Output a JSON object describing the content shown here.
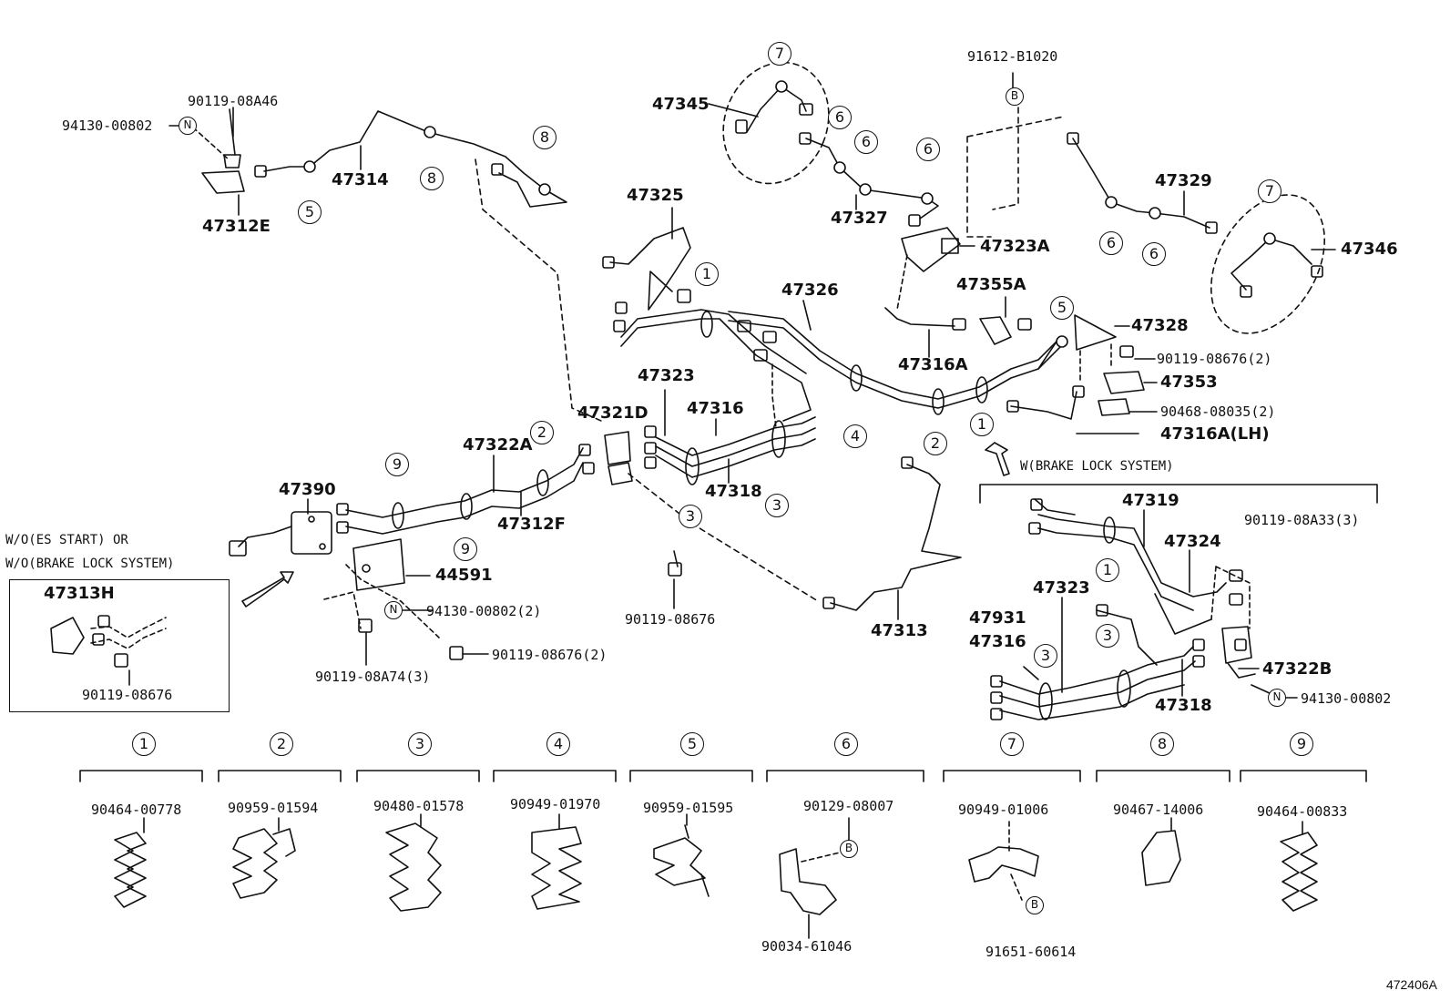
{
  "parts": {
    "p94130_00802_a": "94130-00802",
    "p90119_08a46": "90119-08A46",
    "p47314": "47314",
    "p47312e": "47312E",
    "p47345": "47345",
    "p47327": "47327",
    "p91612_b1020": "91612-B1020",
    "p47329": "47329",
    "p47346": "47346",
    "p47323a": "47323A",
    "p47325": "47325",
    "p47326": "47326",
    "p47355a": "47355A",
    "p47328": "47328",
    "p47316a": "47316A",
    "p90119_08676_2a": "90119-08676(2)",
    "p47353": "47353",
    "p90468_08035_2": "90468-08035(2)",
    "p47316a_lh": "47316A(LH)",
    "p47323_a": "47323",
    "p47316_a": "47316",
    "p47321d": "47321D",
    "p47322a": "47322A",
    "p47318_a": "47318",
    "p47312f": "47312F",
    "p47390": "47390",
    "p44591": "44591",
    "p94130_00802_2": "94130-00802(2)",
    "p90119_08676_2b": "90119-08676(2)",
    "p90119_08a74_3": "90119-08A74(3)",
    "p90119_08676_a": "90119-08676",
    "p47313": "47313",
    "p47313h": "47313H",
    "p90119_08676_b": "90119-08676",
    "p47319": "47319",
    "p90119_08a33_3": "90119-08A33(3)",
    "p47324": "47324",
    "p47323_b": "47323",
    "p47931": "47931",
    "p47316_b": "47316",
    "p47322b": "47322B",
    "p94130_00802_b": "94130-00802",
    "p47318_b": "47318"
  },
  "notes": {
    "wo_line1": "W/O(ES START) OR",
    "wo_line2": "W/O(BRAKE LOCK SYSTEM)",
    "w_brake": "W(BRAKE LOCK SYSTEM)"
  },
  "markers": {
    "n": "N",
    "b": "B"
  },
  "callouts": {
    "c1": "1",
    "c2": "2",
    "c3": "3",
    "c4": "4",
    "c5": "5",
    "c6": "6",
    "c7": "7",
    "c8": "8",
    "c9": "9"
  },
  "legend": [
    {
      "num": "1",
      "part": "90464-00778"
    },
    {
      "num": "2",
      "part": "90959-01594"
    },
    {
      "num": "3",
      "part": "90480-01578"
    },
    {
      "num": "4",
      "part": "90949-01970"
    },
    {
      "num": "5",
      "part": "90959-01595"
    },
    {
      "num": "6",
      "part": "90129-08007",
      "sub_top": "B",
      "sub_bottom": "90034-61046"
    },
    {
      "num": "7",
      "part": "90949-01006",
      "sub_top": "B",
      "sub_bottom": "91651-60614"
    },
    {
      "num": "8",
      "part": "90467-14006"
    },
    {
      "num": "9",
      "part": "90464-00833"
    }
  ],
  "ref_code": "472406A"
}
